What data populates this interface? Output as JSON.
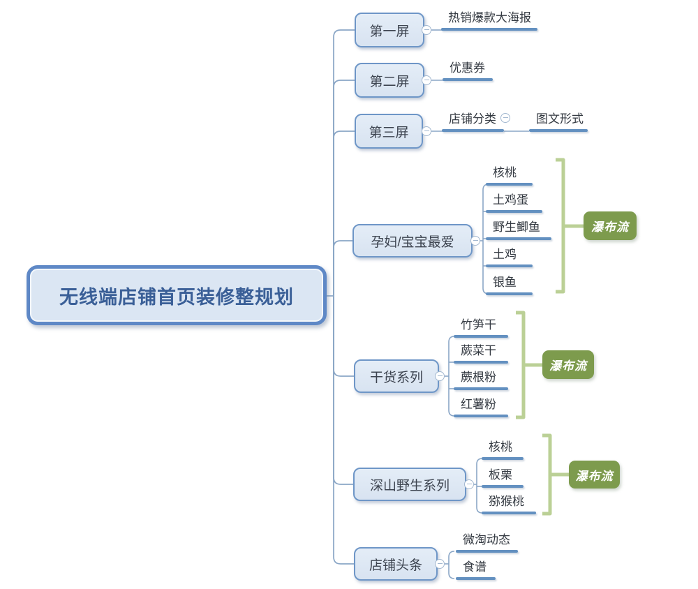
{
  "root": {
    "label": "无线端店铺首页装修整规划"
  },
  "branches": [
    {
      "label": "第一屏",
      "children": [
        {
          "label": "热销爆款大海报"
        }
      ]
    },
    {
      "label": "第二屏",
      "children": [
        {
          "label": "优惠券"
        }
      ]
    },
    {
      "label": "第三屏",
      "children": [
        {
          "label": "店铺分类",
          "children": [
            {
              "label": "图文形式"
            }
          ]
        }
      ]
    },
    {
      "label": "孕妇/宝宝最爱",
      "callout": "瀑布流",
      "children": [
        {
          "label": "核桃"
        },
        {
          "label": "土鸡蛋"
        },
        {
          "label": "野生鲫鱼"
        },
        {
          "label": "土鸡"
        },
        {
          "label": "银鱼"
        }
      ]
    },
    {
      "label": "干货系列",
      "callout": "瀑布流",
      "children": [
        {
          "label": "竹笋干"
        },
        {
          "label": "蕨菜干"
        },
        {
          "label": "蕨根粉"
        },
        {
          "label": "红薯粉"
        }
      ]
    },
    {
      "label": "深山野生系列",
      "callout": "瀑布流",
      "children": [
        {
          "label": "核桃"
        },
        {
          "label": "板栗"
        },
        {
          "label": "猕猴桃"
        }
      ]
    },
    {
      "label": "店铺头条",
      "children": [
        {
          "label": "微淘动态"
        },
        {
          "label": "食谱"
        }
      ]
    }
  ],
  "icons": {
    "collapse_toggle": "minus-circle"
  },
  "colors": {
    "node_fill": "#dce6f2",
    "node_border": "#6e96c7",
    "root_border": "#5e88c6",
    "root_text": "#3a5f97",
    "topic_underline": "#6390c0",
    "connector": "#8aa6c6",
    "bracket_green": "#bbd096",
    "callout_green": "#7d9b4d"
  }
}
